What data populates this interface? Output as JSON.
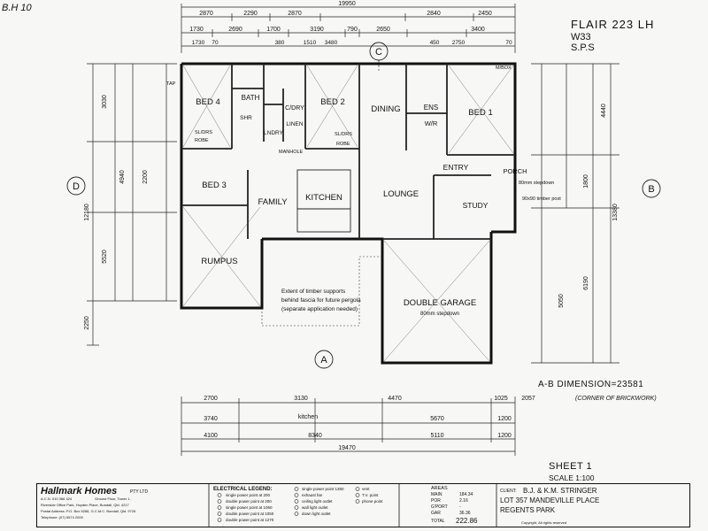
{
  "corner_mark": "B.H 10",
  "header": {
    "plan_name": "FLAIR 223 LH",
    "line2": "W33",
    "line3": "S.P.S",
    "sheet": "SHEET 1",
    "scale": "SCALE 1:100",
    "ab_dimension": "A-B DIMENSION=23581",
    "ab_note": "(CORNER OF BRICKWORK)"
  },
  "markers": {
    "top": "C",
    "bottom": "A",
    "left": "D",
    "right": "B"
  },
  "rooms": {
    "bed4": "BED 4",
    "bath": "BATH",
    "shr": "SHR",
    "lndry": "LNDRY",
    "cdry": "C/DRY",
    "linen": "LINEN",
    "bed2": "BED 2",
    "dining": "DINING",
    "ens": "ENS",
    "wir": "W/R",
    "bed1": "BED 1",
    "bed3": "BED 3",
    "family": "FAMILY",
    "kitchen": "KITCHEN",
    "lounge": "LOUNGE",
    "entry": "ENTRY",
    "porch": "PORCH",
    "study": "STUDY",
    "rumpus": "RUMPUS",
    "garage": "DOUBLE GARAGE",
    "garage_sub": "80mm stepdown"
  },
  "notes": {
    "pergola": [
      "Extent of timber supports",
      "behind fascia for future pergola",
      "(separate application needed)"
    ],
    "robe1": "ROBE",
    "robe2": "ROBE",
    "sl_drs1": "SL/DRS",
    "sl_drs2": "SL/DRS",
    "manhole": "MANHOLE",
    "mbox": "M/BOX",
    "tap": "TAP",
    "porch_post": "90x90 timber post",
    "stepdown": "80mm stepdown"
  },
  "top_dims": {
    "overall": "19950",
    "row1": [
      "2870",
      "2290",
      "2870",
      "2840",
      "2450"
    ],
    "row2": [
      "1730",
      "2690",
      "1700",
      "3190",
      "790",
      "2650",
      "3400"
    ],
    "row3": [
      "1730",
      "70",
      "380",
      "1510",
      "3480",
      "450",
      "2750",
      "70"
    ]
  },
  "bottom_dims": {
    "row1": [
      "2700",
      "3130",
      "4470",
      "1025",
      "2057"
    ],
    "row2": [
      "3740",
      "kitchen",
      "5670",
      "1200"
    ],
    "row3": [
      "4100",
      "8340",
      "5110",
      "1200"
    ],
    "overall": "19470"
  },
  "left_dims": {
    "col": [
      "3030",
      "4940",
      "2200",
      "12180",
      "5520",
      "2250"
    ]
  },
  "right_dims": {
    "col": [
      "4440",
      "1800",
      "13380",
      "6190",
      "5050"
    ]
  },
  "title_block": {
    "company": "Hallmark Homes",
    "company_suffix": "PTY LTD",
    "company_sub": "A.C.N. 010 366 424",
    "office_lines": [
      "Ground Floor, Tower 1,",
      "Riverside Office Park, Hoyden Place, Bundall, Qld. 4217",
      "Postal Address: P.O. Box 5268, G.C.M.C. Bundall, Qld. 9726",
      "Telephone: (07) 5574 2000"
    ],
    "legend_title": "ELECTRICAL LEGEND:",
    "legend_items": [
      "single power point at 200",
      "double power point at 200",
      "single power point at 1050",
      "double power point at 1050",
      "double power point at 1270"
    ],
    "legend_items2": [
      "single power point 1350",
      "exhaust fan",
      "ceiling light outlet",
      "wall light outlet",
      "down light outlet"
    ],
    "legend_items3": [
      "vent",
      "T.V. point",
      "phone point"
    ],
    "areas_title": "AREAS",
    "area_rows": [
      {
        "label": "MAIN",
        "value": "184.34"
      },
      {
        "label": "POR",
        "value": "2.16"
      },
      {
        "label": "G'PORT",
        "value": "-"
      },
      {
        "label": "GAR",
        "value": "36.36"
      }
    ],
    "area_total_label": "TOTAL",
    "area_total": "222.86",
    "client_label": "CLIENT:",
    "client_name": "B.J. & K.M. STRINGER",
    "lot": "LOT 357 MANDEVILLE PLACE",
    "suburb": "REGENTS PARK",
    "copyright": "Copyright. All rights reserved"
  }
}
